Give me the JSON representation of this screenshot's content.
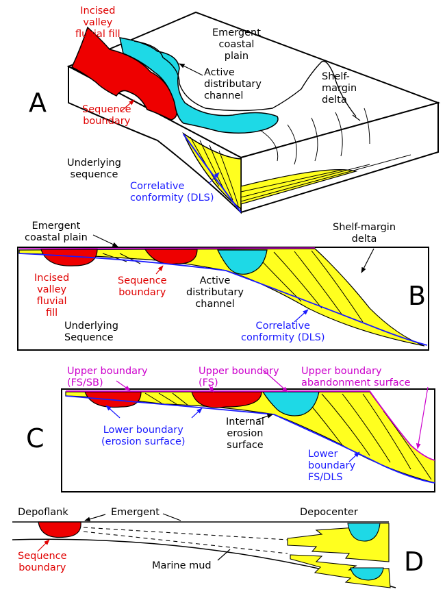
{
  "colors": {
    "incised_fill": "#ee0000",
    "distributary": "#1ed9e6",
    "delta_sand": "#ffff1f",
    "boundary_line": "#1a1aff",
    "upper_boundary": "#cc00cc",
    "outline": "#000000"
  },
  "panel_a": {
    "letter": "A",
    "incised_valley": "Incised\nvalley\nfluvial fill",
    "emergent_plain": "Emergent\ncoastal\nplain",
    "active_channel": "Active\ndistributary\nchannel",
    "shelf_delta": "Shelf-\nmargin\ndelta",
    "sequence_boundary": "Sequence\nboundary",
    "underlying": "Underlying\nsequence",
    "correlative": "Correlative\nconformity (DLS)"
  },
  "panel_b": {
    "letter": "B",
    "emergent_plain": "Emergent\ncoastal plain",
    "shelf_delta": "Shelf-margin\ndelta",
    "incised_valley": "Incised\nvalley\nfluvial\nfill",
    "sequence_boundary": "Sequence\nboundary",
    "active_channel": "Active\ndistributary\nchannel",
    "underlying": "Underlying\nSequence",
    "correlative": "Correlative\nconformity (DLS)"
  },
  "panel_c": {
    "letter": "C",
    "upper_fs_sb": "Upper boundary\n(FS/SB)",
    "upper_fs": "Upper boundary\n(FS)",
    "upper_abandon": "Upper boundary\nabandonment surface",
    "lower_erosion": "Lower boundary\n(erosion surface)",
    "internal_erosion": "Internal\nerosion\nsurface",
    "lower_fs_dls": "Lower\nboundary\nFS/DLS"
  },
  "panel_d": {
    "letter": "D",
    "depoflank": "Depoflank",
    "emergent": "Emergent",
    "depocenter": "Depocenter",
    "sequence_boundary": "Sequence\nboundary",
    "marine_mud": "Marine mud"
  }
}
